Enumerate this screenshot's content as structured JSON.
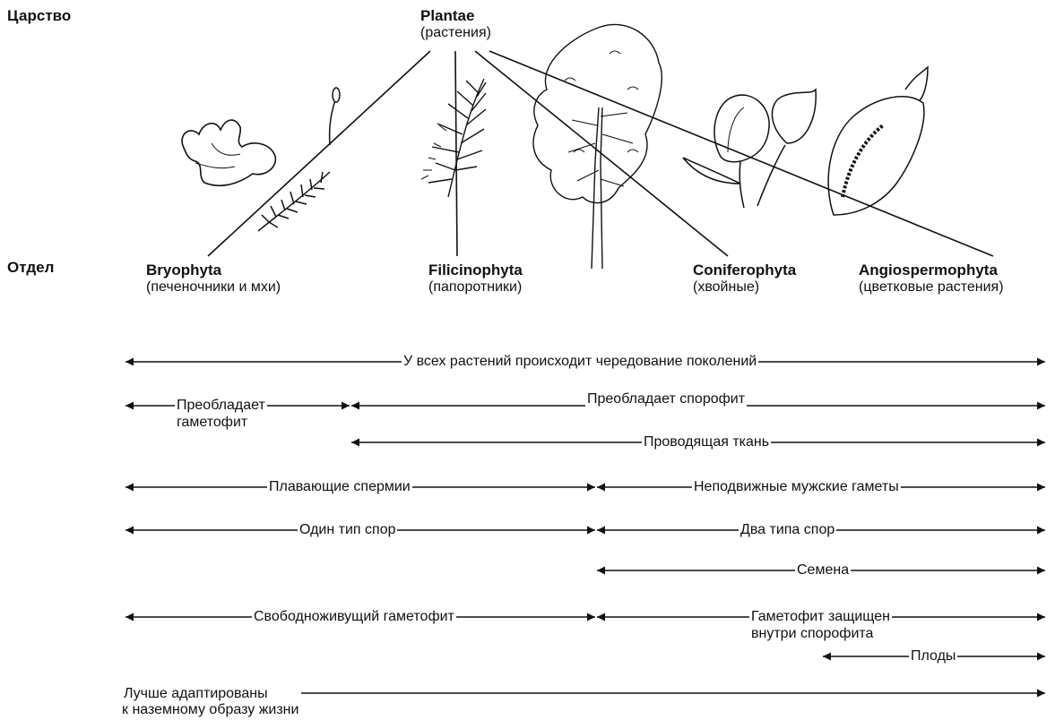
{
  "rows": {
    "kingdom_label": "Царство",
    "division_label": "Отдел"
  },
  "kingdom": {
    "name": "Plantae",
    "common": "(растения)"
  },
  "divisions": [
    {
      "name": "Bryophyta",
      "common": "(печеночники и мхи)"
    },
    {
      "name": "Filicinophyta",
      "common": "(папоротники)"
    },
    {
      "name": "Coniferophyta",
      "common": "(хвойные)"
    },
    {
      "name": "Angiospermophyta",
      "common": "(цветковые растения)"
    }
  ],
  "traits": {
    "alternation": "У всех растений происходит чередование поколений",
    "gametophyte_dominant_1": "Преобладает",
    "gametophyte_dominant_2": "гаметофит",
    "sporophyte_dominant": "Преобладает спорофит",
    "vascular": "Проводящая ткань",
    "swimming_sperm": "Плавающие спермии",
    "nonmotile_gametes": "Неподвижные мужские гаметы",
    "one_spore_type": "Один тип спор",
    "two_spore_types": "Два типа спор",
    "seeds": "Семена",
    "free_gametophyte": "Свободноживущий гаметофит",
    "protected_gametophyte_1": "Гаметофит защищен",
    "protected_gametophyte_2": "внутри спорофита",
    "fruits": "Плоды",
    "land_adapted_1": "Лучше адаптированы",
    "land_adapted_2": "к наземному образу жизни"
  },
  "illustrations": [
    "liverwort-illustration",
    "moss-illustration",
    "fern-illustration",
    "conifer-tree-illustration",
    "flowering-plant-illustration"
  ]
}
